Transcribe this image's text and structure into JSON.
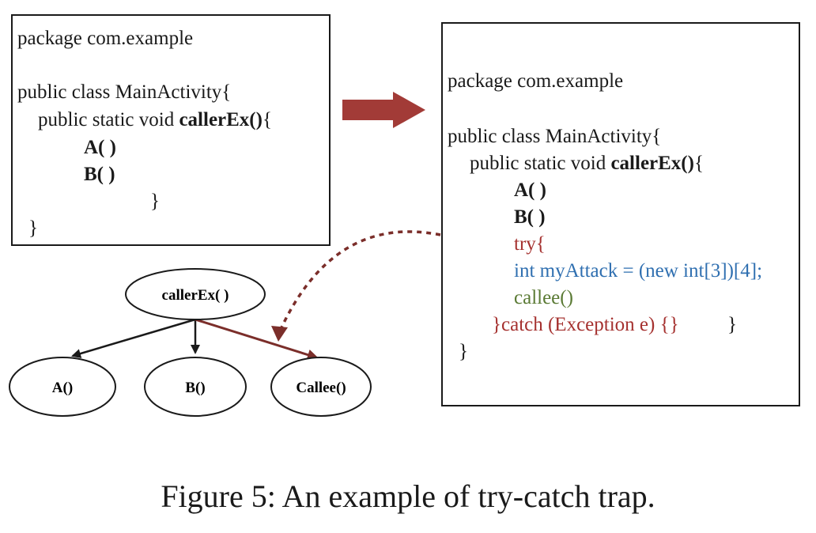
{
  "left_code": {
    "package": "package com.example",
    "class_decl": "public class MainActivity{",
    "method_prefix": "public static void ",
    "method_name": "callerEx()",
    "method_brace": "{",
    "call_a": "A( )",
    "call_b": "B( )",
    "close_method": "}",
    "close_class": "}"
  },
  "right_code": {
    "package": "package com.example",
    "class_decl": "public class MainActivity{",
    "method_prefix": "public static void ",
    "method_name": "callerEx()",
    "method_brace": "{",
    "call_a": "A( )",
    "call_b": "B( )",
    "try_open": "try{",
    "attack_line": "int myAttack = (new int[3])[4];",
    "callee_call": "callee()",
    "catch_line": "}catch (Exception e) {}",
    "close_method": "}",
    "close_class": "}"
  },
  "graph": {
    "root": "callerEx( )",
    "children": [
      "A()",
      "B()",
      "Callee()"
    ]
  },
  "colors": {
    "arrow": "#a23b37",
    "trap_edge": "#7b2e2a",
    "try_catch": "#a5312f",
    "attack": "#2f6fb0",
    "callee": "#5a7a34"
  },
  "caption": "Figure 5: An example of try-catch trap."
}
